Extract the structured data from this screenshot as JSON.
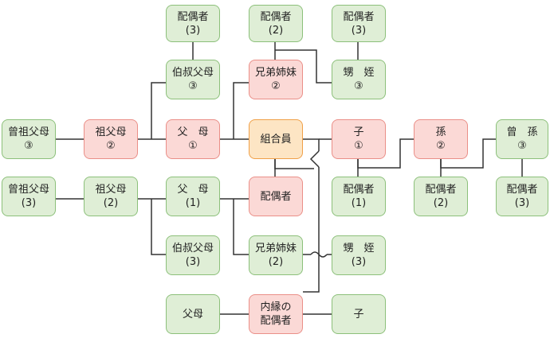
{
  "colors": {
    "green_fill": "#dfeed6",
    "green_border": "#8cc07a",
    "pink_fill": "#fbd9d6",
    "pink_border": "#ea8f88",
    "orange_fill": "#fde5c4",
    "orange_border": "#f0a048",
    "line": "#333333"
  },
  "nodes": {
    "spouse_uncle_1": {
      "line1": "配偶者",
      "line2": "(3)"
    },
    "spouse_sibling_1": {
      "line1": "配偶者",
      "line2": "(2)"
    },
    "spouse_nephew_1": {
      "line1": "配偶者",
      "line2": "(3)"
    },
    "uncle_aunt_1": {
      "line1": "伯叔父母",
      "line2": "③"
    },
    "siblings_1": {
      "line1": "兄弟姉妹",
      "line2": "②"
    },
    "nephew_niece_1": {
      "line1": "甥　姪",
      "line2": "③"
    },
    "great_grandparents_1": {
      "line1": "曾祖父母",
      "line2": "③"
    },
    "grandparents_1": {
      "line1": "祖父母",
      "line2": "②"
    },
    "parents_1": {
      "line1": "父　母",
      "line2": "①"
    },
    "member": {
      "line1": "組合員"
    },
    "child_1": {
      "line1": "子",
      "line2": "①"
    },
    "grandchild_1": {
      "line1": "孫",
      "line2": "②"
    },
    "great_grandchild_1": {
      "line1": "曾　孫",
      "line2": "③"
    },
    "great_grandparents_2": {
      "line1": "曾祖父母",
      "line2": "(3)"
    },
    "grandparents_2": {
      "line1": "祖父母",
      "line2": "(2)"
    },
    "parents_2": {
      "line1": "父　母",
      "line2": "(1)"
    },
    "spouse": {
      "line1": "配偶者"
    },
    "spouse_child": {
      "line1": "配偶者",
      "line2": "(1)"
    },
    "spouse_grandchild": {
      "line1": "配偶者",
      "line2": "(2)"
    },
    "spouse_great_grandchild": {
      "line1": "配偶者",
      "line2": "(3)"
    },
    "uncle_aunt_2": {
      "line1": "伯叔父母",
      "line2": "(3)"
    },
    "siblings_2": {
      "line1": "兄弟姉妹",
      "line2": "(2)"
    },
    "nephew_niece_2": {
      "line1": "甥　姪",
      "line2": "(3)"
    },
    "common_law_parents": {
      "line1": "父母"
    },
    "common_law_spouse": {
      "line1": "内縁の",
      "line2": "配偶者"
    },
    "common_law_child": {
      "line1": "子"
    }
  }
}
